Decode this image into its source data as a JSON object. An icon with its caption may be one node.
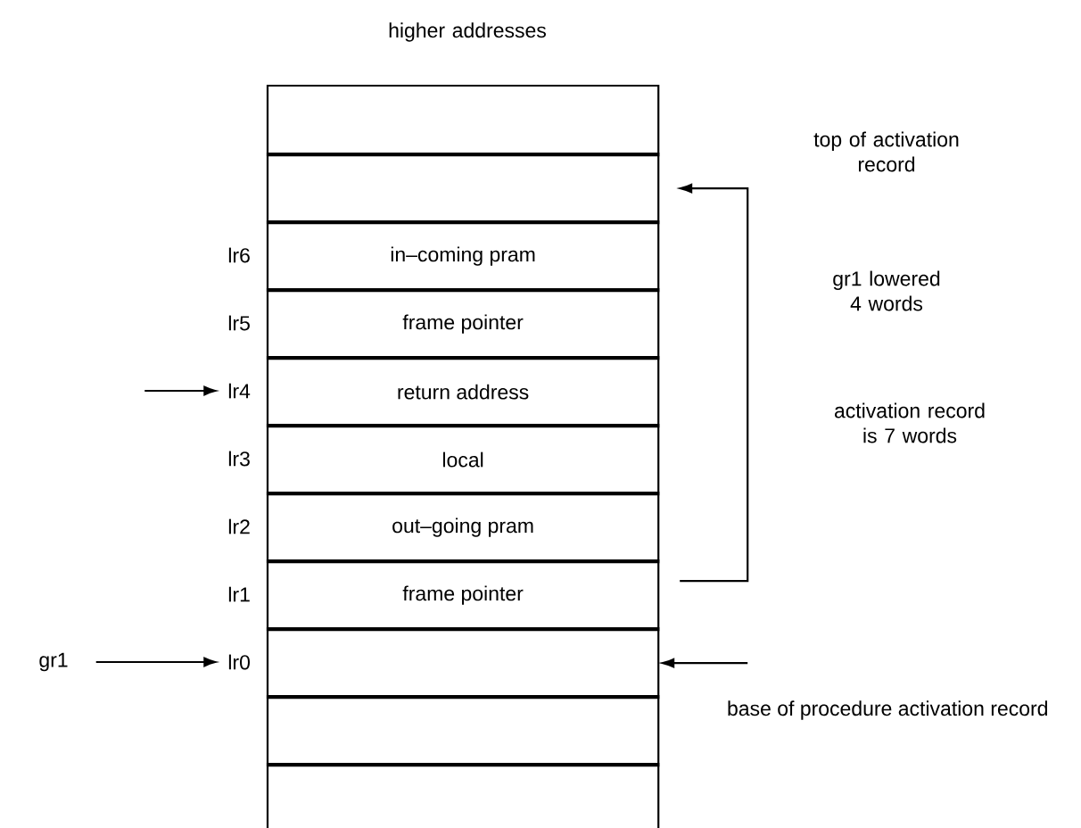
{
  "diagram": {
    "nodes": [
      {
        "text": [],
        "shape": "box"
      },
      {
        "text": [],
        "shape": "box"
      },
      {
        "text": [
          "in–coming pram"
        ],
        "beside": [
          "lr6"
        ]
      },
      {
        "text": [
          "frame pointer"
        ],
        "beside": [
          "lr5"
        ]
      },
      {
        "text": [
          "return address"
        ],
        "beside": [
          "lr4"
        ]
      },
      {
        "text": [
          "local"
        ],
        "beside": [
          "lr3"
        ]
      },
      {
        "text": [
          "out–going pram"
        ],
        "beside": [
          "lr2"
        ]
      },
      {
        "text": [
          "frame pointer"
        ],
        "beside": [
          "lr1"
        ]
      },
      {
        "text": [],
        "shape": "box",
        "beside": [
          "lr0"
        ]
      },
      {
        "text": [],
        "shape": "box"
      },
      {
        "text": [],
        "shape": "box"
      },
      {
        "text": [
          "gr1"
        ]
      }
    ],
    "edges": [
      {
        "from": 7,
        "to": 1,
        "arrow": "to"
      },
      {
        "from": null,
        "to": 4,
        "arrow": "to"
      },
      {
        "from": 11,
        "to": 8,
        "arrow": "to"
      },
      {
        "from": null,
        "to": 8,
        "arrow": "to"
      }
    ],
    "labels": [
      "higher addresses",
      "top of activation record",
      "gr1 lowered 4 words",
      "activation record is 7 words",
      "base of procedure activation record"
    ]
  }
}
